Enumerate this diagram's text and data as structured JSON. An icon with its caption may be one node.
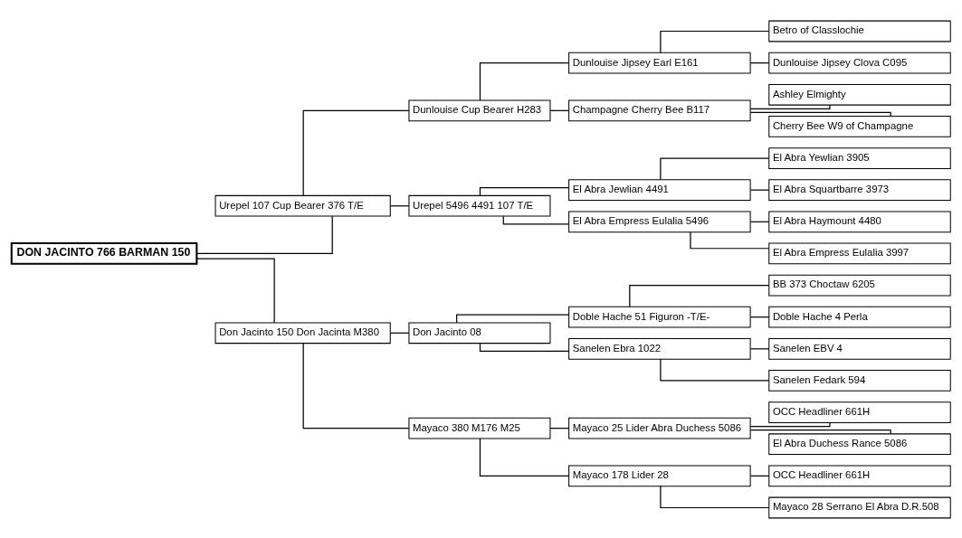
{
  "diagram": {
    "nodes": [
      {
        "text": [
          "DON JACINTO 766 BARMAN 150"
        ]
      },
      {
        "text": [
          "Urepel 107 Cup Bearer 376 T/E"
        ]
      },
      {
        "text": [
          "Dunlouise Cup Bearer H283"
        ]
      },
      {
        "text": [
          "Dunlouise Jipsey Earl E161"
        ]
      },
      {
        "text": [
          "Betro of Classlochie"
        ]
      },
      {
        "text": [
          "Dunlouise Jipsey Clova C095"
        ]
      },
      {
        "text": [
          "Champagne Cherry Bee B117"
        ]
      },
      {
        "text": [
          "Ashley Elmighty"
        ]
      },
      {
        "text": [
          "Cherry Bee W9 of Champagne"
        ]
      },
      {
        "text": [
          "Urepel 5496 4491 107 T/E"
        ]
      },
      {
        "text": [
          "El Abra Jewlian 4491"
        ]
      },
      {
        "text": [
          "El Abra Yewlian 3905"
        ]
      },
      {
        "text": [
          "El Abra Squartbarre 3973"
        ]
      },
      {
        "text": [
          "El Abra Empress Eulalia 5496"
        ]
      },
      {
        "text": [
          "El Abra Haymount 4480"
        ]
      },
      {
        "text": [
          "El Abra Empress Eulalia 3997"
        ]
      },
      {
        "text": [
          "Don Jacinto 150 Don Jacinta M380"
        ]
      },
      {
        "text": [
          "Don Jacinto 08"
        ]
      },
      {
        "text": [
          "Doble Hache 51 Figuron -T/E-"
        ]
      },
      {
        "text": [
          "BB 373 Choctaw 6205"
        ]
      },
      {
        "text": [
          "Doble Hache 4 Perla"
        ]
      },
      {
        "text": [
          "Sanelen Ebra 1022"
        ]
      },
      {
        "text": [
          "Sanelen EBV 4"
        ]
      },
      {
        "text": [
          "Sanelen Fedark 594"
        ]
      },
      {
        "text": [
          "Mayaco 380 M176 M25"
        ]
      },
      {
        "text": [
          "Mayaco 25 Lider Abra Duchess 5086"
        ]
      },
      {
        "text": [
          "OCC Headliner 661H"
        ]
      },
      {
        "text": [
          "El Abra Duchess Rance 5086"
        ]
      },
      {
        "text": [
          "Mayaco 178 Lider 28"
        ]
      },
      {
        "text": [
          "OCC Headliner 661H"
        ]
      },
      {
        "text": [
          "Mayaco 28 Serrano El Abra D.R.508"
        ]
      }
    ],
    "edges": [
      {
        "from": 0,
        "to": 1,
        "arrow": "none"
      },
      {
        "from": 1,
        "to": 2,
        "arrow": "none"
      },
      {
        "from": 2,
        "to": 3,
        "arrow": "none"
      },
      {
        "from": 3,
        "to": 4,
        "arrow": "none"
      },
      {
        "from": 3,
        "to": 5,
        "arrow": "none"
      },
      {
        "from": 2,
        "to": 6,
        "arrow": "none"
      },
      {
        "from": 6,
        "to": 7,
        "arrow": "none"
      },
      {
        "from": 6,
        "to": 8,
        "arrow": "none"
      },
      {
        "from": 1,
        "to": 9,
        "arrow": "none"
      },
      {
        "from": 9,
        "to": 10,
        "arrow": "none"
      },
      {
        "from": 10,
        "to": 11,
        "arrow": "none"
      },
      {
        "from": 10,
        "to": 12,
        "arrow": "none"
      },
      {
        "from": 9,
        "to": 13,
        "arrow": "none"
      },
      {
        "from": 13,
        "to": 14,
        "arrow": "none"
      },
      {
        "from": 13,
        "to": 15,
        "arrow": "none"
      },
      {
        "from": 0,
        "to": 16,
        "arrow": "none"
      },
      {
        "from": 16,
        "to": 17,
        "arrow": "none"
      },
      {
        "from": 17,
        "to": 18,
        "arrow": "none"
      },
      {
        "from": 18,
        "to": 19,
        "arrow": "none"
      },
      {
        "from": 18,
        "to": 20,
        "arrow": "none"
      },
      {
        "from": 17,
        "to": 21,
        "arrow": "none"
      },
      {
        "from": 21,
        "to": 22,
        "arrow": "none"
      },
      {
        "from": 21,
        "to": 23,
        "arrow": "none"
      },
      {
        "from": 16,
        "to": 24,
        "arrow": "none"
      },
      {
        "from": 24,
        "to": 25,
        "arrow": "none"
      },
      {
        "from": 25,
        "to": 26,
        "arrow": "none"
      },
      {
        "from": 25,
        "to": 27,
        "arrow": "none"
      },
      {
        "from": 24,
        "to": 28,
        "arrow": "none"
      },
      {
        "from": 28,
        "to": 29,
        "arrow": "none"
      },
      {
        "from": 28,
        "to": 30,
        "arrow": "none"
      }
    ]
  }
}
